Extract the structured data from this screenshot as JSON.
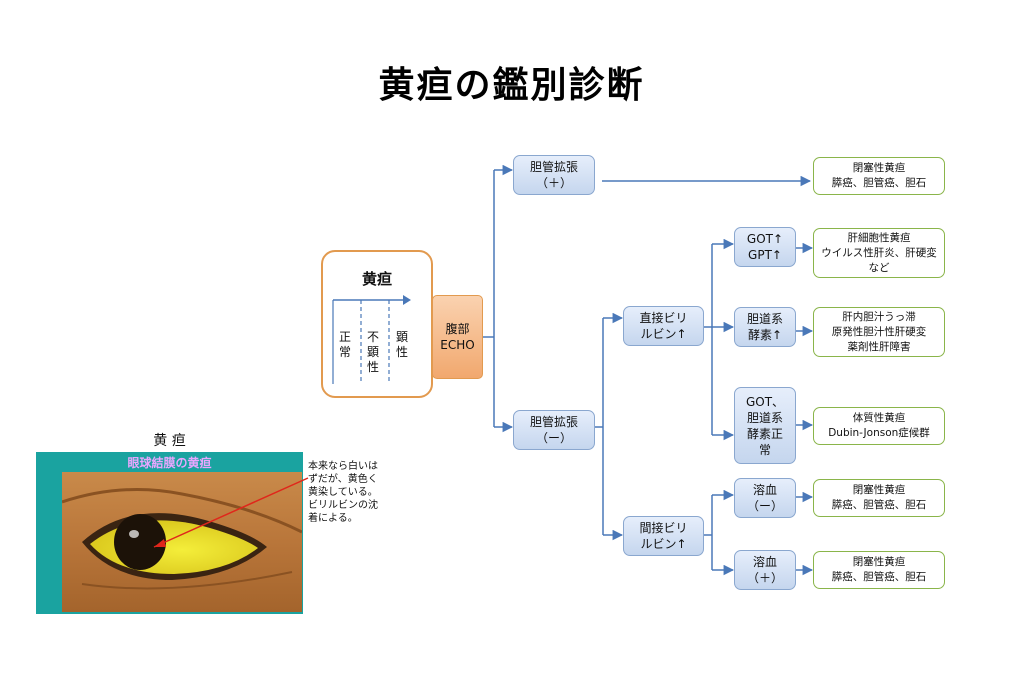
{
  "title": "黄疸の鑑別診断",
  "jaundice_box": {
    "heading": "黄疸",
    "col_normal": "正\n常",
    "col_subclinical": "不\n顕\n性",
    "col_overt": "顕\n性"
  },
  "echo_box": "腹部\nECHO",
  "nodes": {
    "dilated_plus": "胆管拡張\n（＋）",
    "dilated_minus": "胆管拡張\n（ー）",
    "direct_bili": "直接ビリ\nルビン↑",
    "indirect_bili": "間接ビリ\nルビン↑",
    "got_gpt": "GOT↑\nGPT↑",
    "biliary_enzymes": "胆道系\n酵素↑",
    "got_biliary_normal": "GOT、\n胆道系\n酵素正\n常",
    "hemolysis_minus": "溶血\n（ー）",
    "hemolysis_plus": "溶血\n（＋）"
  },
  "results": {
    "obstructive_1": "閉塞性黄疸\n膵癌、胆管癌、胆石",
    "hepatocellular": "肝細胞性黄疸\nウイルス性肝炎、肝硬変\nなど",
    "intrahepatic": "肝内胆汁うっ滞\n原発性胆汁性肝硬変\n薬剤性肝障害",
    "constitutional": "体質性黄疸\nDubin-Jonson症候群",
    "obstructive_2": "閉塞性黄疸\n膵癌、胆管癌、胆石",
    "obstructive_3": "閉塞性黄疸\n膵癌、胆管癌、胆石"
  },
  "photo": {
    "caption": "黄 疸",
    "banner": "眼球結膜の黄疸",
    "annotation": "本来なら白いは\nずだが、黄色く\n黄染している。\nビリルビンの沈\n着による。"
  },
  "colors": {
    "line": "#4a78b8",
    "blue_box_border": "#8aa7cf",
    "green_border": "#8ab54a",
    "orange": "#e29a4f",
    "photo_frame": "#1aa3a0",
    "banner_text": "#e8a6ff",
    "pointer": "#e0261b"
  }
}
